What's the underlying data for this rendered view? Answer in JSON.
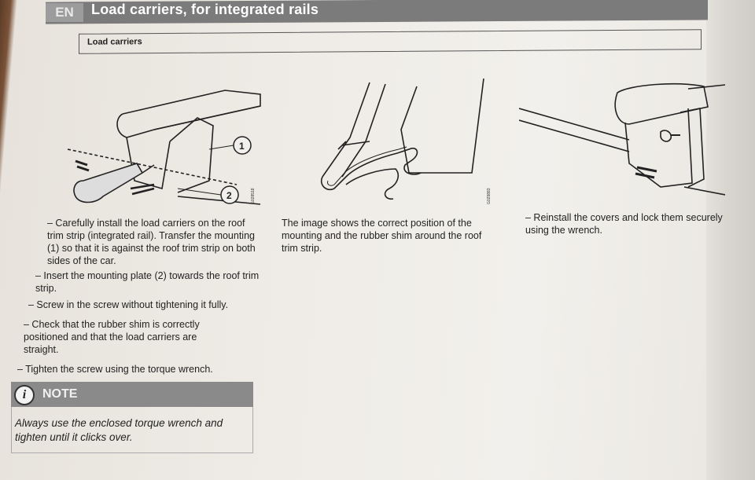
{
  "header": {
    "lang": "EN",
    "title": "Load carriers, for integrated rails"
  },
  "section": {
    "label": "Load carriers"
  },
  "figures": {
    "fig1": {
      "callout_1": "1",
      "callout_2": "2",
      "code": "G028518"
    },
    "fig2": {
      "code": "G029883"
    }
  },
  "column1": {
    "steps": [
      "– Carefully install the load carriers on the roof trim strip (integrated rail). Transfer the mounting (1) so that it is against the roof trim strip on both sides of the car.",
      "– Insert the mounting plate (2) towards the roof trim strip.",
      "– Screw in the screw without tightening it fully.",
      "– Check that the rubber shim is correctly positioned and that the load carriers are straight.",
      "– Tighten the screw using the torque wrench."
    ]
  },
  "column2": {
    "text": "The image shows the correct position of the mounting and the rubber shim around the roof trim strip."
  },
  "column3": {
    "text": "– Reinstall the covers and lock them securely using the wrench."
  },
  "note": {
    "icon": "info-icon",
    "label": "NOTE",
    "text": "Always use the enclosed torque wrench and tighten until it clicks over."
  }
}
